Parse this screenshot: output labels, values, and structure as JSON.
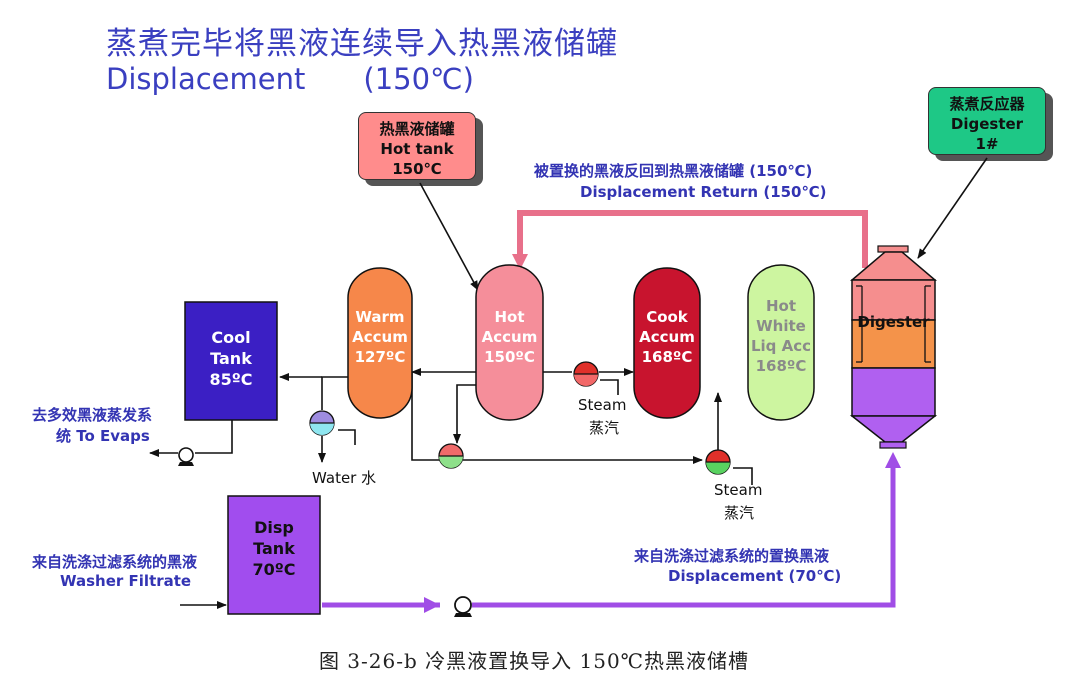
{
  "title": {
    "cn": "蒸煮完毕将黑液连续导入热黑液储罐",
    "en": "Displacement",
    "temp": "(150℃)"
  },
  "callouts": {
    "hot_tank": {
      "cn": "热黑液储罐",
      "en": "Hot tank",
      "temp": "150℃"
    },
    "digester": {
      "cn": "蒸煮反应器",
      "en": "Digester",
      "num": "1#"
    }
  },
  "vessels": {
    "cool_tank": {
      "l1": "Cool",
      "l2": "Tank",
      "l3": "85ºC"
    },
    "disp_tank": {
      "l1": "Disp",
      "l2": "Tank",
      "l3": "70ºC"
    },
    "warm_accum": {
      "l1": "Warm",
      "l2": "Accum",
      "l3": "127ºC"
    },
    "hot_accum": {
      "l1": "Hot",
      "l2": "Accum",
      "l3": "150ºC"
    },
    "cook_accum": {
      "l1": "Cook",
      "l2": "Accum",
      "l3": "168ºC"
    },
    "hot_white": {
      "l1": "Hot",
      "l2": "White",
      "l3": "Liq Acc",
      "l4": "168ºC"
    },
    "digester_body": {
      "label": "Digester"
    }
  },
  "labels": {
    "displacement_return_cn": "被置换的黑液反回到热黑液储罐 (150℃)",
    "displacement_return_en": "Displacement Return (150℃)",
    "evaps_cn": "去多效黑液蒸发系",
    "evaps_en": "统 To Evaps",
    "water": "Water 水",
    "steam1_en": "Steam",
    "steam1_cn": "蒸汽",
    "steam2_en": "Steam",
    "steam2_cn": "蒸汽",
    "washer_cn": "来自洗涤过滤系统的黑液",
    "washer_en": "Washer Filtrate",
    "disp_in_cn": "来自洗涤过滤系统的置换黑液",
    "disp_in_en": "Displacement (70℃)"
  },
  "caption": "图 3-26-b  冷黑液置换导入 150℃热黑液储槽",
  "colors": {
    "title_blue": "#3a3fc0",
    "return_pink": "#e8708a",
    "purple": "#a04de6",
    "cool_tank": "#3b1fc4",
    "warm_accum": "#f6874a",
    "hot_accum": "#f58e9a",
    "cook_accum": "#c8142e",
    "hot_white": "#cdf5a0",
    "digester_top": "#f58e8e",
    "digester_mid": "#f4934a",
    "callout_hot": "#ff8c8c",
    "callout_digester": "#1ec886"
  }
}
